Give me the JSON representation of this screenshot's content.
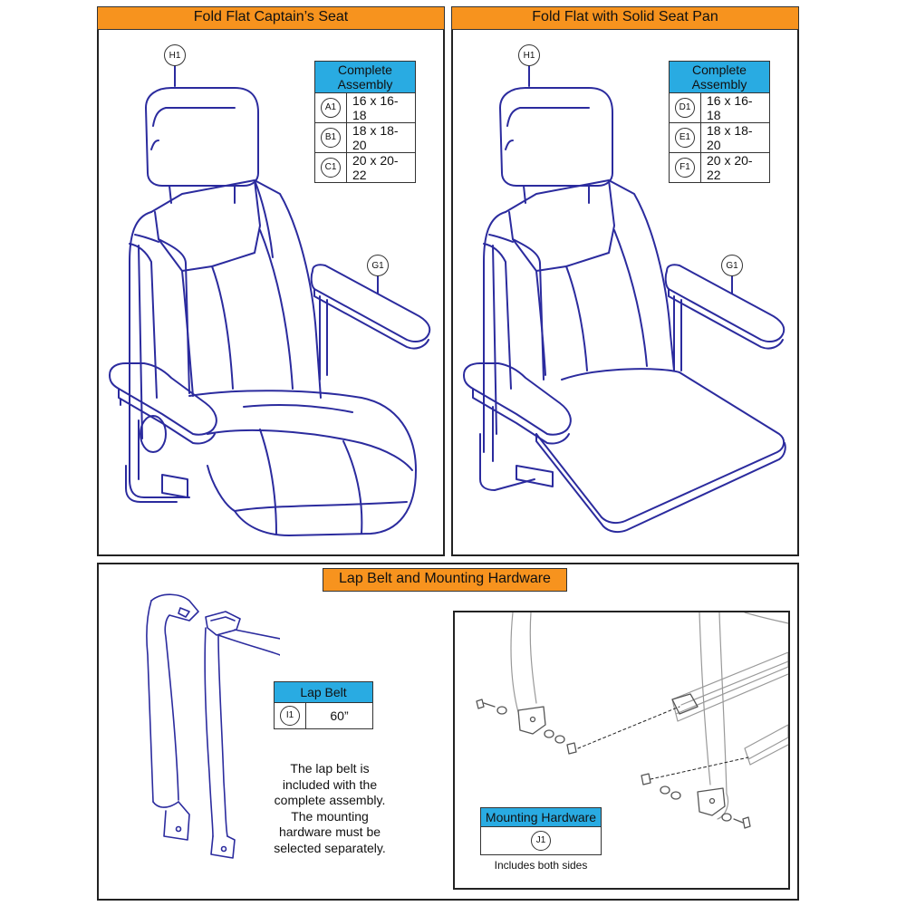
{
  "panels": {
    "captain": {
      "title": "Fold Flat Captain’s Seat",
      "callouts": {
        "headrest": "H1",
        "armrest": "G1"
      },
      "table": {
        "header": "Complete Assembly",
        "rows": [
          {
            "id": "A1",
            "size": "16 x 16-18"
          },
          {
            "id": "B1",
            "size": "18 x 18-20"
          },
          {
            "id": "C1",
            "size": "20 x 20-22"
          }
        ]
      }
    },
    "solid": {
      "title": "Fold Flat with Solid Seat Pan",
      "callouts": {
        "headrest": "H1",
        "armrest": "G1"
      },
      "table": {
        "header": "Complete Assembly",
        "rows": [
          {
            "id": "D1",
            "size": "16 x 16-18"
          },
          {
            "id": "E1",
            "size": "18 x 18-20"
          },
          {
            "id": "F1",
            "size": "20 x 20-22"
          }
        ]
      }
    },
    "lapbelt": {
      "title": "Lap Belt and Mounting Hardware",
      "belt_table": {
        "header": "Lap Belt",
        "id": "I1",
        "length": "60”"
      },
      "note": [
        "The lap belt is",
        "included with the",
        "complete assembly.",
        "The mounting",
        "hardware must be",
        "selected separately."
      ],
      "hardware_table": {
        "header": "Mounting Hardware",
        "id": "J1",
        "caption": "Includes both sides"
      }
    }
  },
  "colors": {
    "title_bg": "#f7931e",
    "table_header_bg": "#29abe2",
    "line_art": "#2b2b9e"
  }
}
